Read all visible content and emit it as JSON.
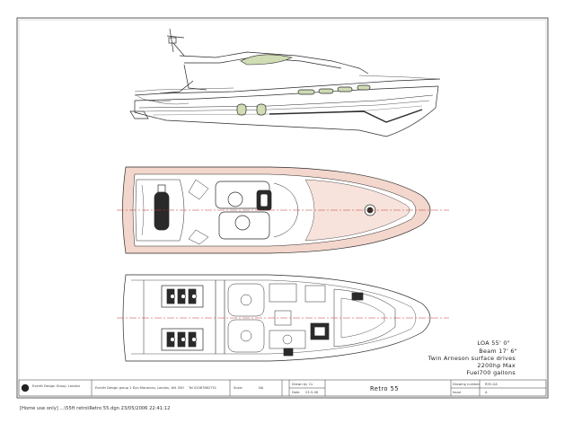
{
  "specs": {
    "loa": "LOA 55' 0\"",
    "beam": "Beam 17' 6\"",
    "drives": "Twin Arneson surface drives",
    "power": "2200hp Max",
    "fuel": "Fuel700 gallons"
  },
  "title_block": {
    "company": "Everitt Design Group, London",
    "address": "Everitt Design group 1 Dyn Mansions, London, W4 3SH",
    "phone": "Tel 02087862751",
    "scale_label": "Scale",
    "scale_value": "NA",
    "drawn_label": "Drawn by",
    "drawn_value": "CL",
    "date_label": "Date",
    "date_value": "23-5-06",
    "project_title": "Retro 55",
    "drawing_number_label": "Drawing number",
    "drawing_number_value": "R55-GA",
    "issue_label": "Issue",
    "issue_value": "A"
  },
  "footer": "[Home use only] ...\\55ft retro\\Retro 55.dgn 23/05/2006 22:41:12",
  "colors": {
    "line": "#2a2a2a",
    "hull_pink": "#f3d6cc",
    "glass_green": "#cfdcb4",
    "centerline": "#c0392b"
  }
}
